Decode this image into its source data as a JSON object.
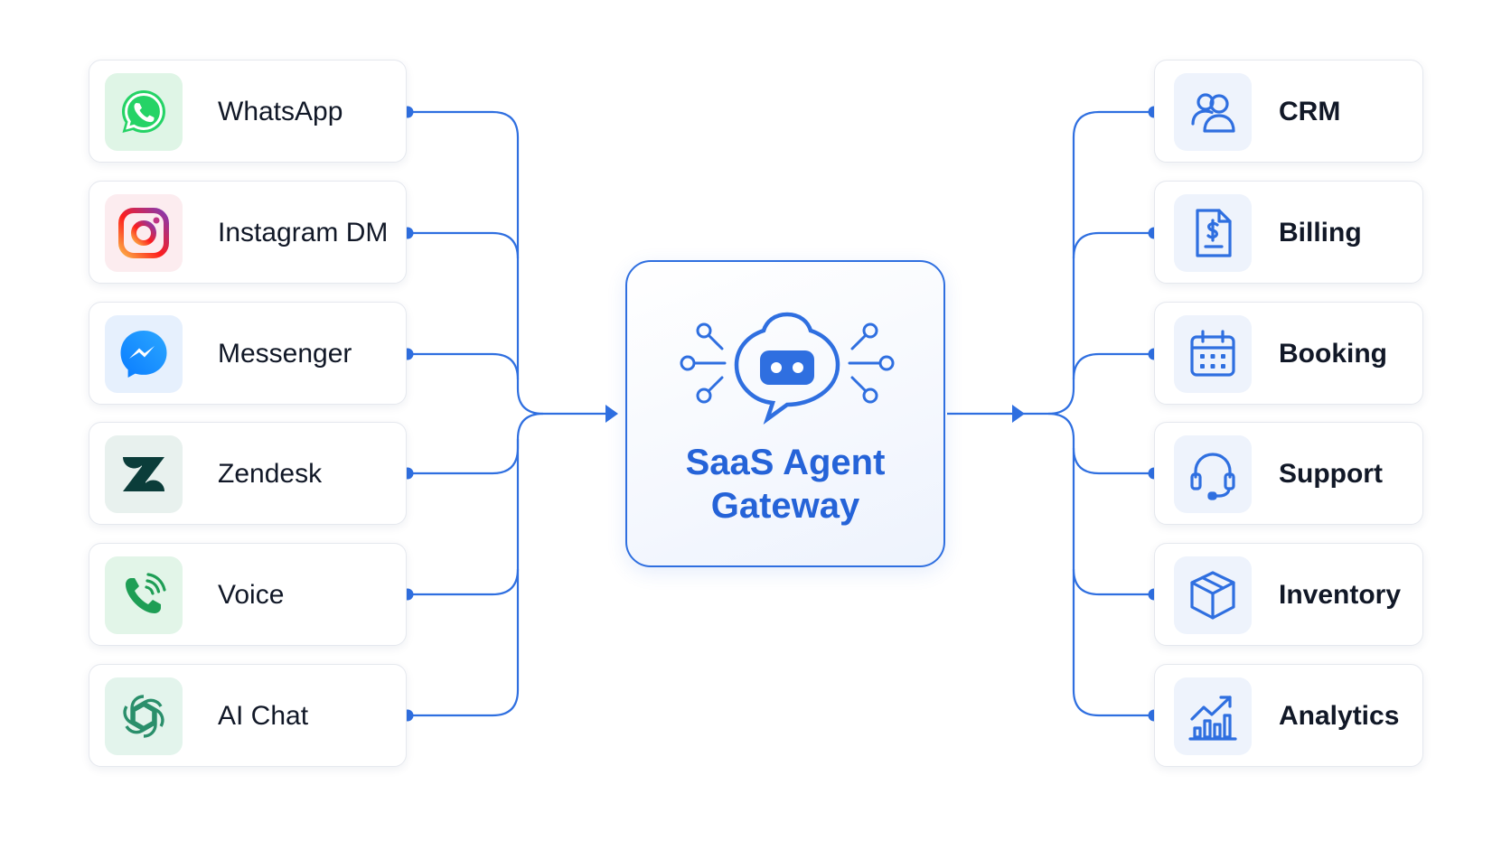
{
  "hub": {
    "title_line1": "SaaS Agent",
    "title_line2": "Gateway"
  },
  "sources": [
    {
      "label": "WhatsApp",
      "icon": "whatsapp-icon"
    },
    {
      "label": "Instagram DM",
      "icon": "instagram-icon"
    },
    {
      "label": "Messenger",
      "icon": "messenger-icon"
    },
    {
      "label": "Zendesk",
      "icon": "zendesk-icon"
    },
    {
      "label": "Voice",
      "icon": "phone-icon"
    },
    {
      "label": "AI Chat",
      "icon": "ai-chat-icon"
    }
  ],
  "targets": [
    {
      "label": "CRM",
      "icon": "users-icon"
    },
    {
      "label": "Billing",
      "icon": "invoice-icon"
    },
    {
      "label": "Booking",
      "icon": "calendar-icon"
    },
    {
      "label": "Support",
      "icon": "headset-icon"
    },
    {
      "label": "Inventory",
      "icon": "box-icon"
    },
    {
      "label": "Analytics",
      "icon": "analytics-icon"
    }
  ],
  "colors": {
    "accent": "#2f6fe0",
    "whatsapp": "#25d366",
    "zendesk": "#0b3d3a",
    "voice": "#1e9e55",
    "ai_chat": "#2a8f6b"
  }
}
